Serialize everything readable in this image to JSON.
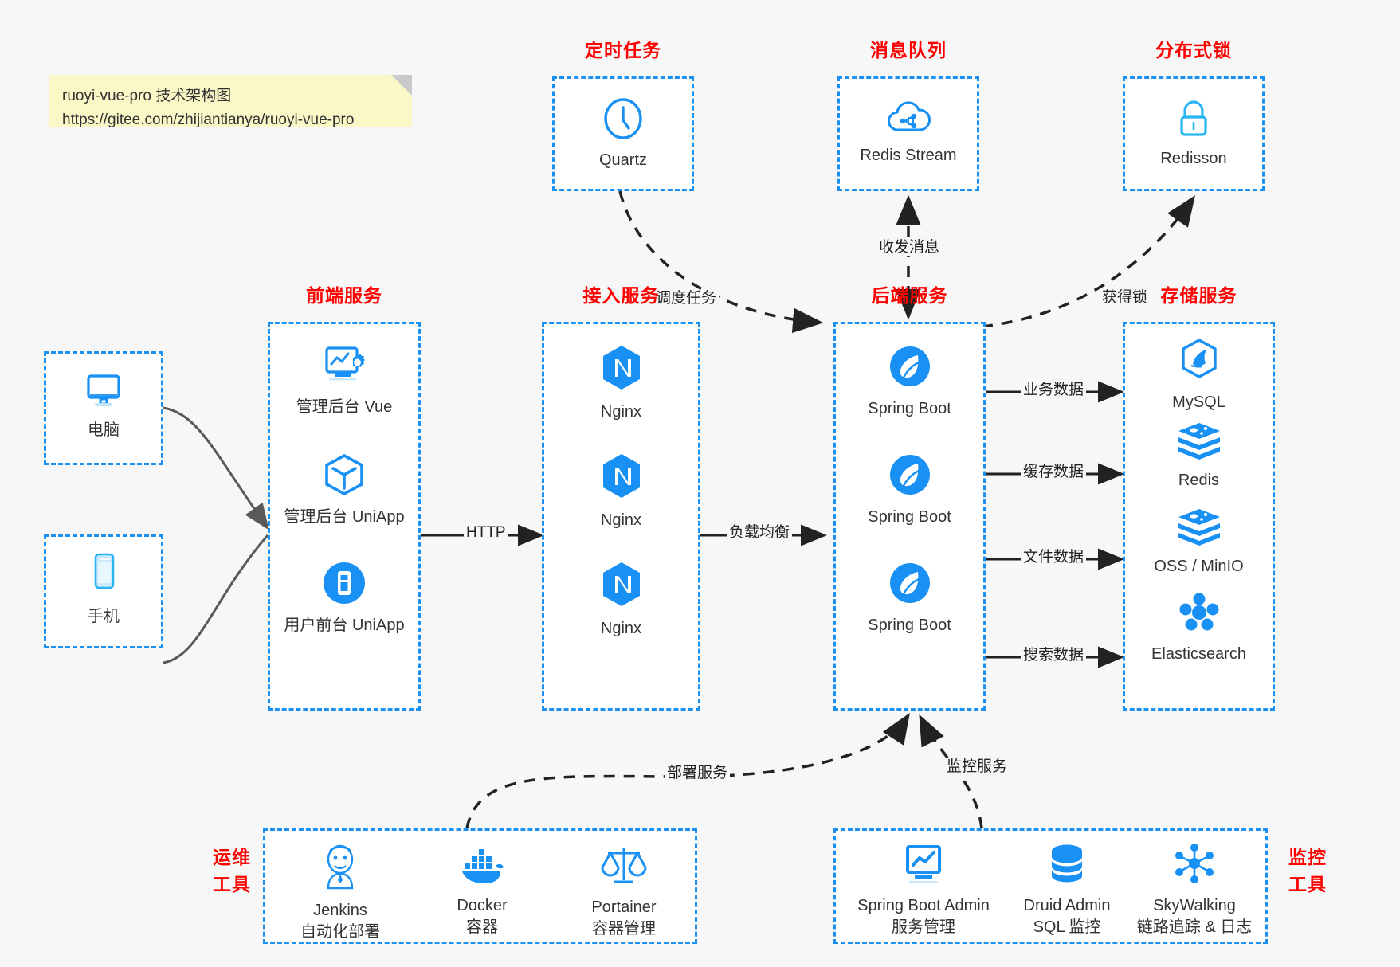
{
  "note": {
    "line1": "ruoyi-vue-pro 技术架构图",
    "line2": "https://gitee.com/zhijiantianya/ruoyi-vue-pro"
  },
  "colors": {
    "accent_blue": "#1890f4",
    "group_title_red": "#ff0000",
    "note_yellow": "#fbf8c8",
    "background": "#f7f7f7",
    "arrow_gray": "#595959",
    "arrow_black": "#222222"
  },
  "groups": {
    "scheduler": {
      "title": "定时任务"
    },
    "mq": {
      "title": "消息队列"
    },
    "lock": {
      "title": "分布式锁"
    },
    "frontend": {
      "title": "前端服务"
    },
    "gateway": {
      "title": "接入服务"
    },
    "backend": {
      "title": "后端服务"
    },
    "storage": {
      "title": "存储服务"
    },
    "devops": {
      "title_line1": "运维",
      "title_line2": "工具"
    },
    "monitor": {
      "title_line1": "监控",
      "title_line2": "工具"
    }
  },
  "clients": [
    {
      "label": "电脑",
      "icon": "desktop-monitor-icon"
    },
    {
      "label": "手机",
      "icon": "mobile-phone-icon"
    }
  ],
  "scheduler_nodes": [
    {
      "label": "Quartz",
      "icon": "clock-icon"
    }
  ],
  "mq_nodes": [
    {
      "label": "Redis Stream",
      "icon": "cloud-stream-icon"
    }
  ],
  "lock_nodes": [
    {
      "label": "Redisson",
      "icon": "padlock-icon"
    }
  ],
  "frontend_nodes": [
    {
      "label": "管理后台 Vue",
      "icon": "admin-dashboard-icon"
    },
    {
      "label": "管理后台 UniApp",
      "icon": "uniapp-cube-icon"
    },
    {
      "label": "用户前台 UniApp",
      "icon": "mobile-app-icon"
    }
  ],
  "gateway_nodes": [
    {
      "label": "Nginx",
      "icon": "nginx-icon"
    },
    {
      "label": "Nginx",
      "icon": "nginx-icon"
    },
    {
      "label": "Nginx",
      "icon": "nginx-icon"
    }
  ],
  "backend_nodes": [
    {
      "label": "Spring Boot",
      "icon": "spring-leaf-icon"
    },
    {
      "label": "Spring Boot",
      "icon": "spring-leaf-icon"
    },
    {
      "label": "Spring Boot",
      "icon": "spring-leaf-icon"
    }
  ],
  "storage_nodes": [
    {
      "label": "MySQL",
      "icon": "mysql-dolphin-icon"
    },
    {
      "label": "Redis",
      "icon": "redis-stack-icon"
    },
    {
      "label": "OSS / MinIO",
      "icon": "redis-stack-icon"
    },
    {
      "label": "Elasticsearch",
      "icon": "elasticsearch-icon"
    }
  ],
  "devops_nodes": [
    {
      "label": "Jenkins",
      "sub": "自动化部署",
      "icon": "jenkins-butler-icon"
    },
    {
      "label": "Docker",
      "sub": "容器",
      "icon": "docker-whale-icon"
    },
    {
      "label": "Portainer",
      "sub": "容器管理",
      "icon": "scales-balance-icon"
    }
  ],
  "monitor_nodes": [
    {
      "label": "Spring Boot Admin",
      "sub": "服务管理",
      "icon": "monitor-chart-icon"
    },
    {
      "label": "Druid Admin",
      "sub": "SQL 监控",
      "icon": "database-cylinder-icon"
    },
    {
      "label": "SkyWalking",
      "sub": "链路追踪 & 日志",
      "icon": "network-nodes-icon"
    }
  ],
  "edge_labels": {
    "http": "HTTP",
    "load_balance": "负载均衡",
    "schedule_task": "调度任务",
    "send_receive_message": "收发消息",
    "acquire_lock": "获得锁",
    "business_data": "业务数据",
    "cache_data": "缓存数据",
    "file_data": "文件数据",
    "search_data": "搜索数据",
    "deploy_service": "部署服务",
    "monitor_service": "监控服务"
  }
}
